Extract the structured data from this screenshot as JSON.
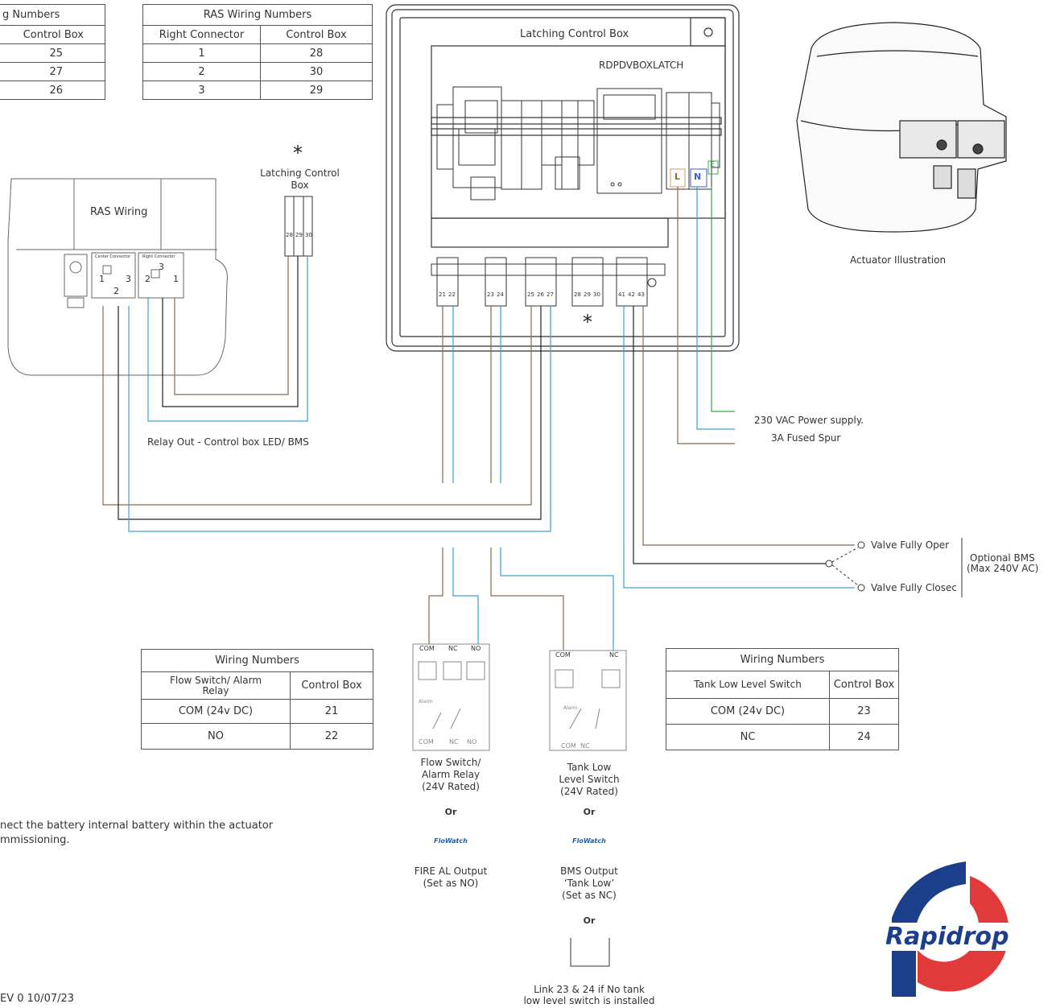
{
  "tables": {
    "top_left": {
      "title": "g Numbers",
      "col2": "Control Box",
      "rows": [
        "25",
        "27",
        "26"
      ]
    },
    "ras": {
      "title": "RAS Wiring Numbers",
      "col1": "Right Connector",
      "col2": "Control Box",
      "rows": [
        [
          "1",
          "28"
        ],
        [
          "2",
          "30"
        ],
        [
          "3",
          "29"
        ]
      ]
    },
    "flow": {
      "title": "Wiring Numbers",
      "col1": "Flow Switch/ Alarm Relay",
      "col2": "Control Box",
      "rows": [
        [
          "COM (24v DC)",
          "21"
        ],
        [
          "NO",
          "22"
        ]
      ]
    },
    "tank": {
      "title": "Wiring Numbers",
      "col1": "Tank Low Level Switch",
      "col2": "Control Box",
      "rows": [
        [
          "COM (24v DC)",
          "23"
        ],
        [
          "NC",
          "24"
        ]
      ]
    }
  },
  "control_box": {
    "title": "Latching Control Box",
    "model": "RDPDVBOXLATCH",
    "live": "L",
    "neutral": "N",
    "earth": "E",
    "terminals": [
      "21",
      "22",
      "23",
      "24",
      "25",
      "26",
      "27",
      "28",
      "29",
      "30",
      "41",
      "42",
      "43"
    ]
  },
  "ras": {
    "title": "RAS Wiring",
    "center_connector": "Center Connector",
    "right_connector": "Right Connector",
    "pins": [
      "1",
      "2",
      "3",
      "3",
      "2",
      "1"
    ]
  },
  "mini_box": {
    "title": "Latching Control Box",
    "terms": [
      "28",
      "29",
      "30"
    ]
  },
  "labels": {
    "star": "*",
    "relay_out": "Relay Out - Control box LED/ BMS",
    "power": "230 VAC Power supply.",
    "fused": "3A Fused Spur",
    "actuator": "Actuator Illustration",
    "valve_open": "Valve Fully Oper",
    "valve_closed": "Valve Fully Closec",
    "bms": "Optional BMS",
    "bms_max": "(Max 240V AC)",
    "note_line1": "nect the battery internal battery within the actuator",
    "note_line2": "mmissioning.",
    "rev": "EV 0 10/07/23"
  },
  "flow_switch": {
    "terms": [
      "COM",
      "NC",
      "NO"
    ],
    "alarm": "Alarm",
    "caption1": "Flow Switch/",
    "caption2": "Alarm Relay",
    "caption3": "(24V Rated)",
    "or": "Or",
    "flowwatch": "FloWatch",
    "out1": "FIRE AL Output",
    "out2": "(Set as NO)"
  },
  "tank_switch": {
    "terms": [
      "COM",
      "NC"
    ],
    "alarm": "Alarm",
    "caption1": "Tank Low",
    "caption2": "Level Switch",
    "caption3": "(24V Rated)",
    "or": "Or",
    "flowwatch": "FloWatch",
    "out1": "BMS Output",
    "out2": "‘Tank Low’",
    "out3": "(Set as NC)",
    "or2": "Or",
    "link1": "Link 23 & 24 if No tank",
    "link2": "low level switch is installed"
  },
  "logo": {
    "word": "Rapidrop",
    "red": "#e03a3a",
    "blue": "#1c3f8c"
  },
  "wire_colors": {
    "brown": "#8a6a4a",
    "blue": "#3aa0d8",
    "black": "#222222",
    "green": "#3aa84a"
  }
}
